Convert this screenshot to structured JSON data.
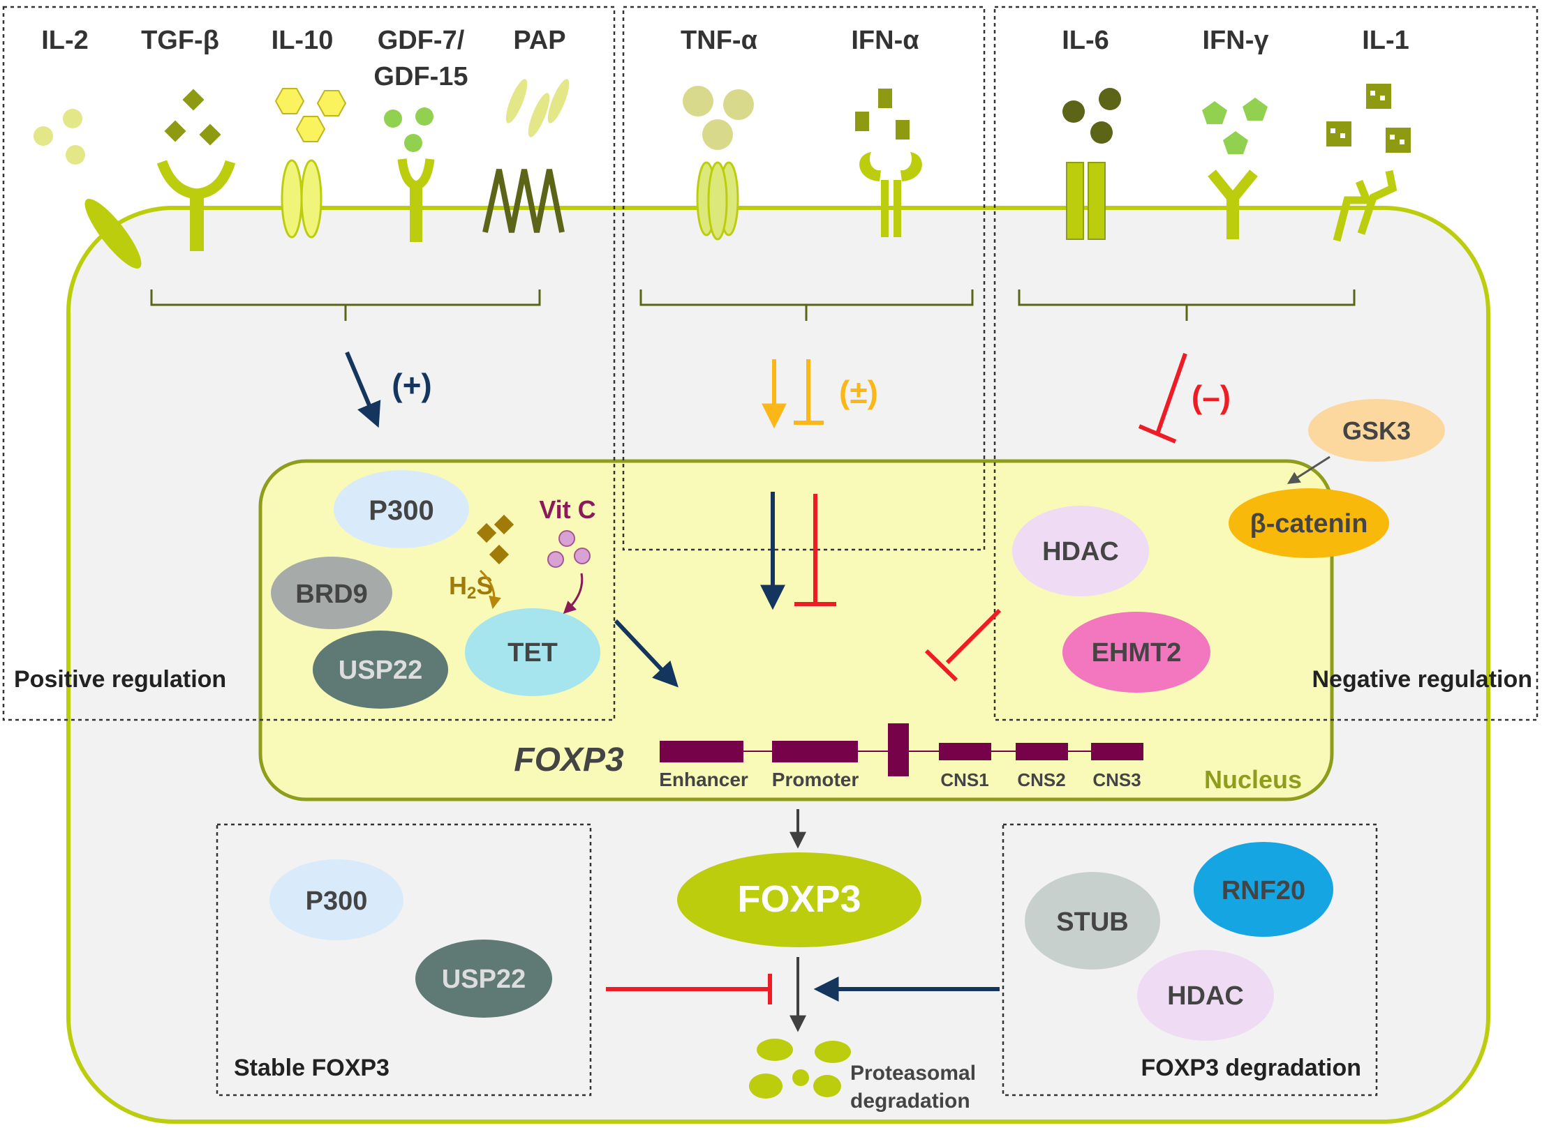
{
  "ligands": {
    "il2": "IL-2",
    "tgfb": "TGF-β",
    "il10": "IL-10",
    "gdf_line1": "GDF-7/",
    "gdf_line2": "GDF-15",
    "pap": "PAP",
    "tnfa": "TNF-α",
    "ifna": "IFN-α",
    "il6": "IL-6",
    "ifng": "IFN-γ",
    "il1": "IL-1"
  },
  "signs": {
    "positive": "(+)",
    "mixed": "(±)",
    "negative": "(–)"
  },
  "groups": {
    "positive_regulation": "Positive regulation",
    "negative_regulation": "Negative regulation"
  },
  "nucleus": {
    "label": "Nucleus",
    "p300": "P300",
    "brd9": "BRD9",
    "usp22": "USP22",
    "tet": "TET",
    "h2s_h": "H",
    "h2s_sub": "2",
    "h2s_s": "S",
    "vitc": "Vit C",
    "gsk3": "GSK3",
    "bcatenin": "β-catenin",
    "hdac": "HDAC",
    "ehmt2": "EHMT2"
  },
  "gene": {
    "name": "FOXP3",
    "enhancer": "Enhancer",
    "promoter": "Promoter",
    "cns1": "CNS1",
    "cns2": "CNS2",
    "cns3": "CNS3"
  },
  "protein": {
    "foxp3": "FOXP3",
    "stable_title": "Stable FOXP3",
    "stable_p300": "P300",
    "stable_usp22": "USP22",
    "degradation_title": "FOXP3 degradation",
    "stub": "STUB",
    "rnf20": "RNF20",
    "deg_hdac": "HDAC",
    "proteasomal_line1": "Proteasomal",
    "proteasomal_line2": "degradation"
  },
  "colors": {
    "membrane": "#bccd0e",
    "cell_fill": "#f2f2f2",
    "nucleus_fill": "#fafab8",
    "nucleus_border": "#8f9d1d",
    "dark_olive": "#5b6417",
    "navy": "#14365e",
    "red": "#ee1c24",
    "orange": "#fbb718",
    "gene": "#76034a"
  }
}
